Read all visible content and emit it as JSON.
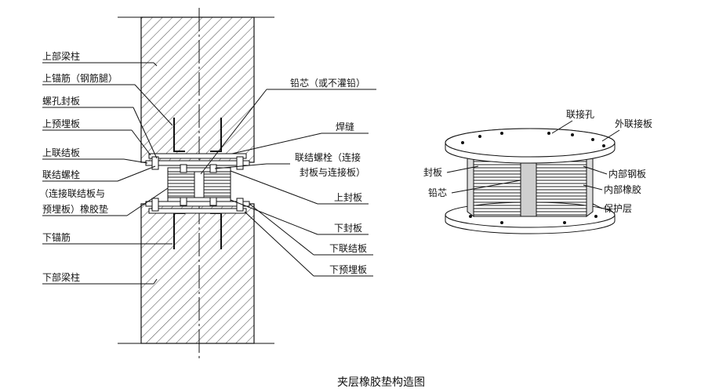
{
  "caption": "夹层橡胶垫构造图",
  "left_labels": {
    "upper_beam": "上部梁柱",
    "upper_anchor": "上锚筋（钢筋腿）",
    "bolt_cover": "螺孔封板",
    "upper_embed": "上预埋板",
    "upper_link": "上联结板",
    "link_bolt": "联结螺栓",
    "pad_line1": "（连接联结板与",
    "pad_line2": "预埋板）橡胶垫",
    "lower_anchor": "下锚筋",
    "lower_beam": "下部梁柱"
  },
  "right_labels": {
    "lead_core": "铅芯（或不灌铅）",
    "weld": "焊缝",
    "bolt_line1": "联结螺栓（连接",
    "bolt_line2": "封板与连接板）",
    "upper_seal": "上封板",
    "lower_seal": "下封板",
    "lower_link": "下联结板",
    "lower_embed": "下预埋板"
  },
  "bearing_labels": {
    "hole": "联接孔",
    "outer_plate": "外联接板",
    "seal": "封板",
    "inner_steel": "内部钢板",
    "lead": "铅芯",
    "inner_rubber": "内部橡胶",
    "cover": "保护层"
  }
}
